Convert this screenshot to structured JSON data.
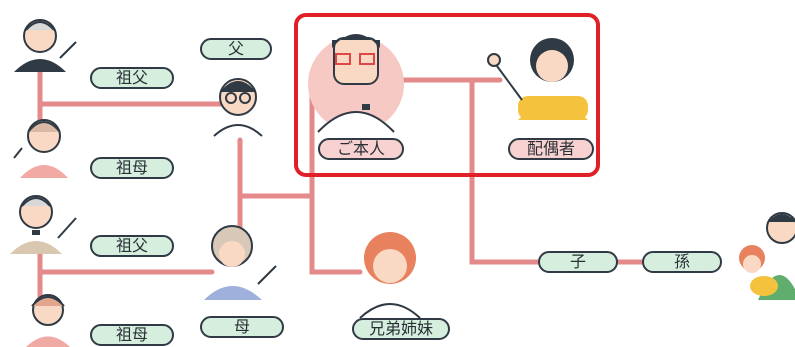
{
  "colors": {
    "line": "#e48a8a",
    "highlight": "#e11f26",
    "label_green": "#d6eedd",
    "label_pink": "#f7d2d0",
    "outline": "#2f3a45"
  },
  "labels": {
    "grandfather_paternal": "祖父",
    "grandmother_paternal": "祖母",
    "grandfather_maternal": "祖父",
    "grandmother_maternal": "祖母",
    "father": "父",
    "mother": "母",
    "self": "ご本人",
    "spouse": "配偶者",
    "siblings": "兄弟姉妹",
    "child": "子",
    "grandchild": "孫"
  }
}
